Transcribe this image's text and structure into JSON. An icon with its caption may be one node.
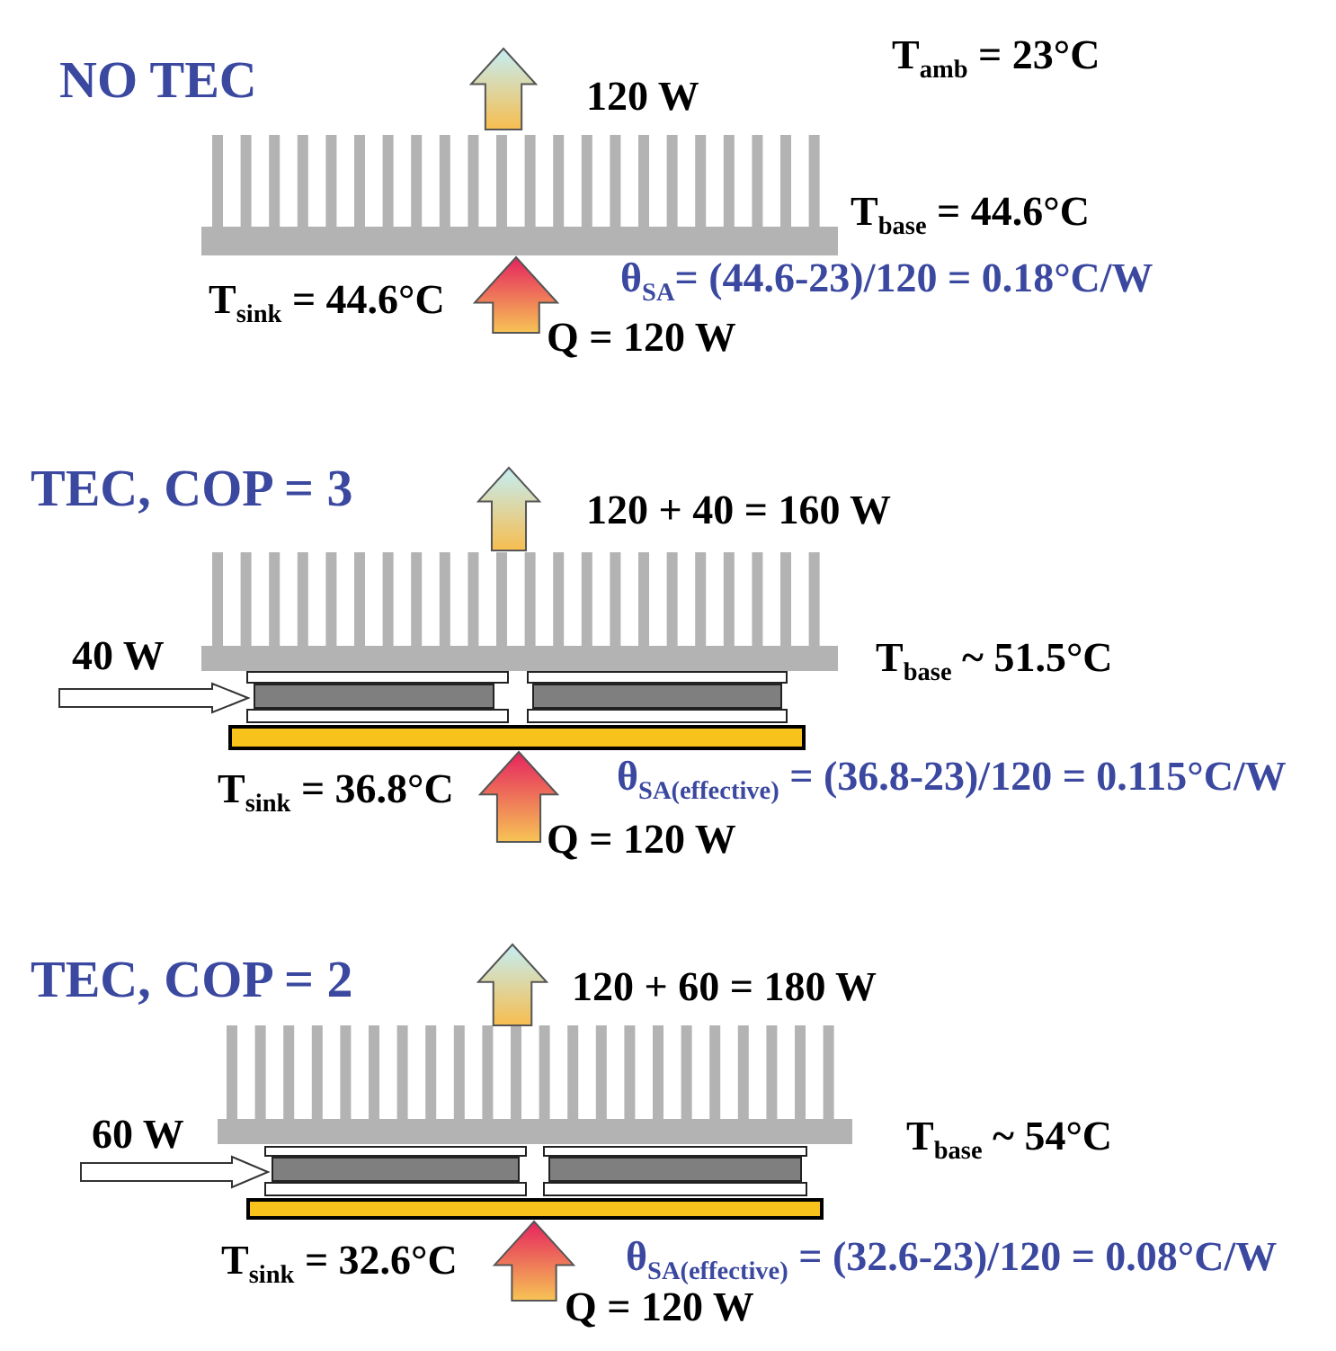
{
  "diagram": {
    "labels": [
      "NO TEC",
      "120 W",
      "T$_{amb}$ = 23°C",
      "T$_{base}$ = 44.6°C",
      "T$_{sink}$ = 44.6°C",
      "θ$_{SA}$= (44.6-23)/120 = 0.18°C/W",
      "Q = 120 W",
      "TEC, COP = 3",
      "120 + 40 = 160 W",
      "40 W",
      "T$_{base}$ ~ 51.5°C",
      "T$_{sink}$ = 36.8°C",
      "θ$_{SA(effective)}$ = (36.8-23)/120 = 0.115°C/W",
      "Q = 120 W",
      "TEC, COP = 2",
      "120 + 60 = 180 W",
      "60 W",
      "T$_{base}$ ~ 54°C",
      "T$_{sink}$ = 32.6°C",
      "θ$_{SA(effective)}$ = (32.6-23)/120 = 0.08°C/W",
      "Q = 120 W"
    ]
  }
}
